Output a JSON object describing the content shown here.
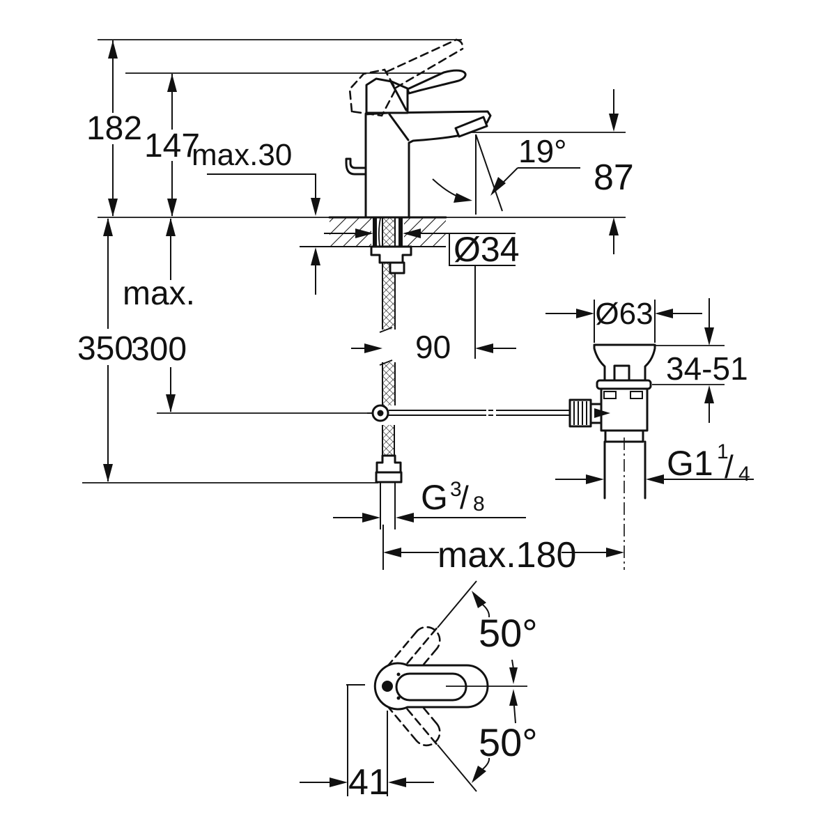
{
  "drawing": {
    "kind": "single-lever basin mixer installation drawing",
    "colors": {
      "line": "#111111",
      "background": "#ffffff"
    }
  },
  "dimensions": {
    "total_height": "182",
    "lever_height": "147",
    "deck_thickness": "max.30",
    "spout_angle": "19°",
    "spout_outlet_height": "87",
    "tap_hole_diameter": "Ø34",
    "hose_max_prefix": "max.",
    "hose_max_value": "300",
    "overall_below_height": "350",
    "outlet_projection": "90",
    "waste_flange_diameter": "Ø63",
    "waste_adjust_range": "34-51",
    "waste_thread_base": "G1",
    "waste_thread_sup": "1",
    "waste_thread_slash": "/",
    "waste_thread_sub": "4",
    "supply_thread_base": "G",
    "supply_thread_sup": "3",
    "supply_thread_slash": "/",
    "supply_thread_sub": "8",
    "side_clearance": "max.180",
    "handle_pivot_offset": "41",
    "handle_swing_up": "50°",
    "handle_swing_down": "50°"
  }
}
